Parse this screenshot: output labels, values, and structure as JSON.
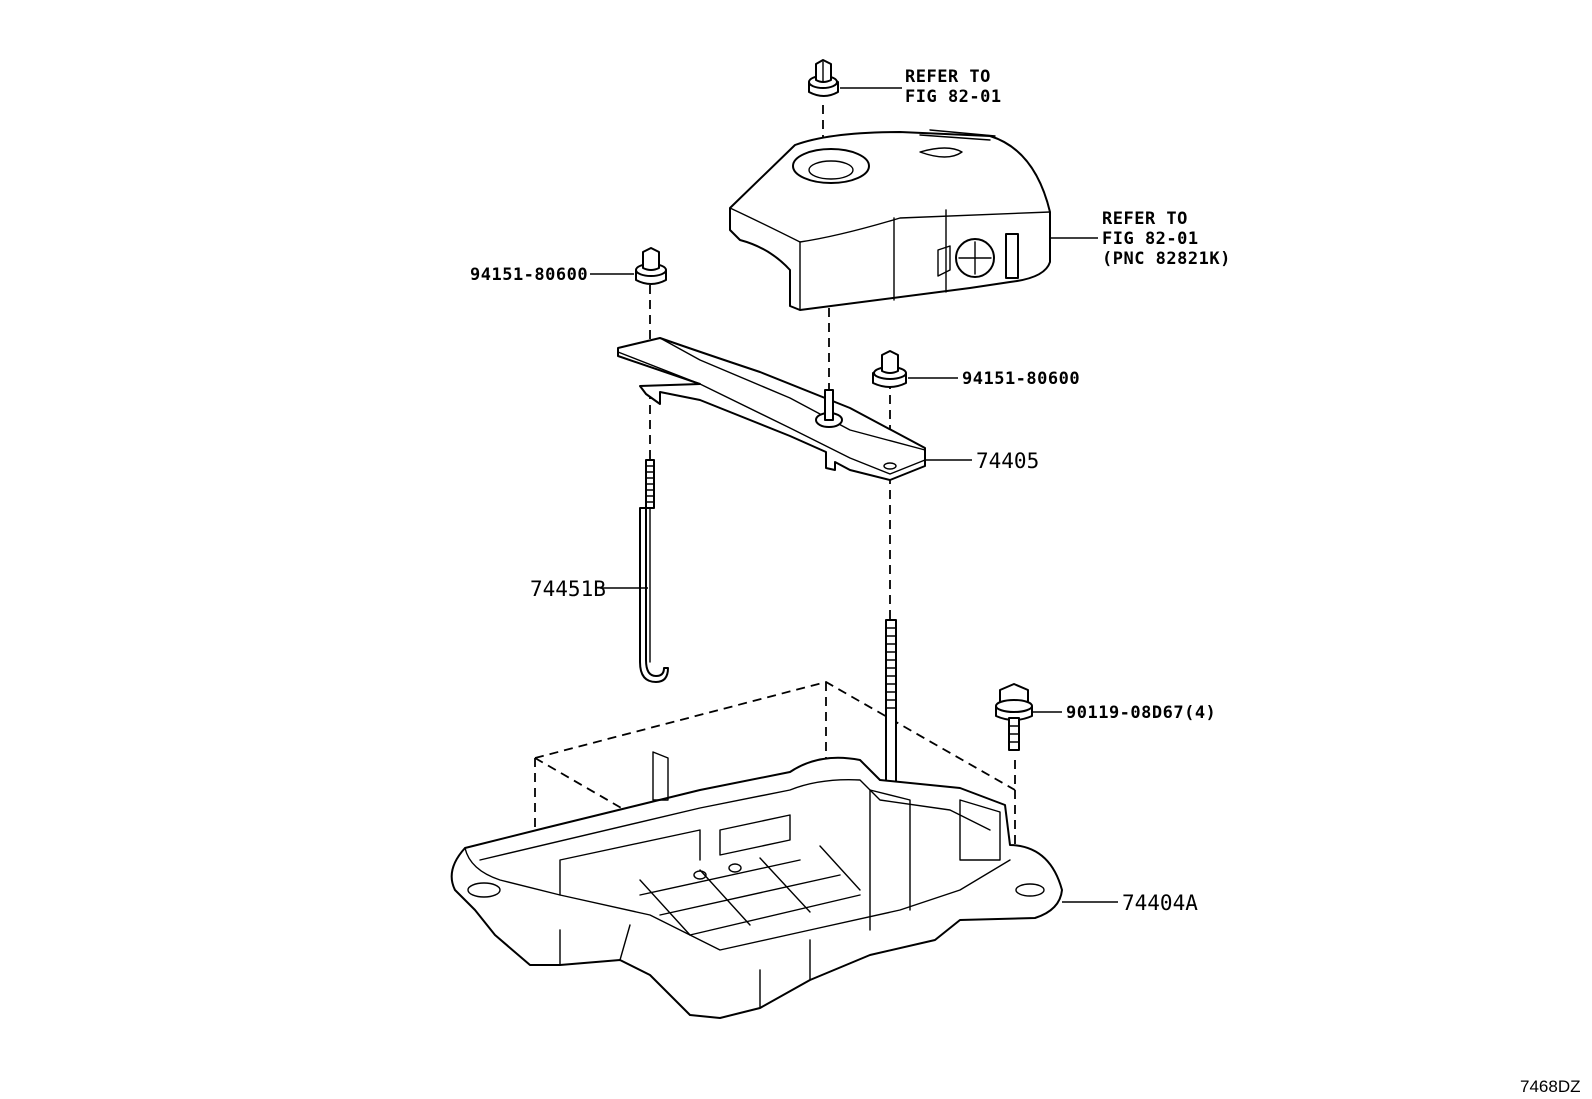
{
  "labels": {
    "refer_top_line1": "REFER TO",
    "refer_top_line2": "FIG 82-01",
    "refer_right_line1": "REFER TO",
    "refer_right_line2": "FIG 82-01",
    "refer_right_line3": "(PNC 82821K)",
    "nut_left": "94151-80600",
    "nut_right": "94151-80600",
    "clamp": "74405",
    "rod": "74451B",
    "bolt": "90119-08D67(4)",
    "tray": "74404A"
  },
  "diagram_code": "7468DZ"
}
